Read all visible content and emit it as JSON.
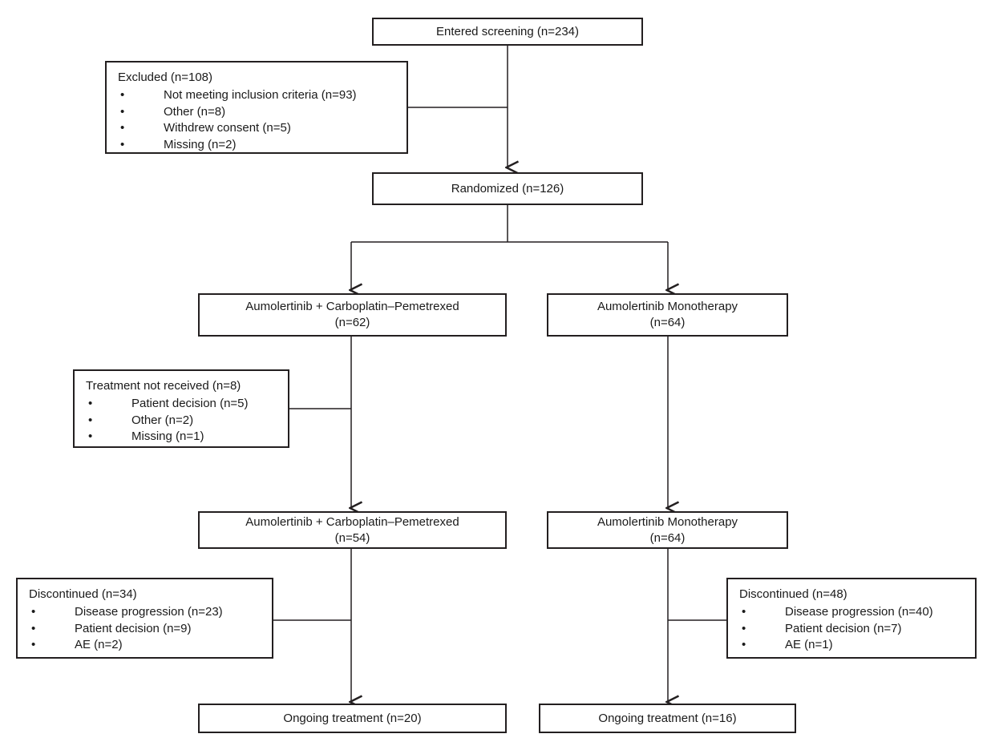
{
  "diagram": {
    "title": "CONSORT participant flow diagram",
    "line_color": "#231f20",
    "box_fill": "#ffffff",
    "text_color": "#1a1a1a"
  },
  "nodes": {
    "screening": {
      "label": "Entered screening (n=234)",
      "n": 234
    },
    "excluded": {
      "head": "Excluded (n=108)",
      "n": 108,
      "items": [
        {
          "bullet": "•",
          "text": "Not meeting inclusion criteria (n=93)",
          "n": 93
        },
        {
          "bullet": "•",
          "text": "Other (n=8)",
          "n": 8
        },
        {
          "bullet": "•",
          "text": "Withdrew consent (n=5)",
          "n": 5
        },
        {
          "bullet": "•",
          "text": "Missing (n=2)",
          "n": 2
        }
      ]
    },
    "randomized": {
      "label": "Randomized (n=126)",
      "n": 126
    },
    "arm_left_alloc": {
      "line1": "Aumolertinib + Carboplatin–Pemetrexed",
      "line2": "(n=62)",
      "n": 62
    },
    "arm_right_alloc": {
      "line1": "Aumolertinib Monotherapy",
      "line2": "(n=64)",
      "n": 64
    },
    "not_received": {
      "head": "Treatment not received (n=8)",
      "n": 8,
      "items": [
        {
          "bullet": "•",
          "text": "Patient decision (n=5)",
          "n": 5
        },
        {
          "bullet": "•",
          "text": "Other (n=2)",
          "n": 2
        },
        {
          "bullet": "•",
          "text": "Missing (n=1)",
          "n": 1
        }
      ]
    },
    "arm_left_treated": {
      "line1": "Aumolertinib + Carboplatin–Pemetrexed",
      "line2": "(n=54)",
      "n": 54
    },
    "arm_right_treated": {
      "line1": "Aumolertinib Monotherapy",
      "line2": "(n=64)",
      "n": 64
    },
    "discontinued_left": {
      "head": "Discontinued (n=34)",
      "n": 34,
      "items": [
        {
          "bullet": "•",
          "text": "Disease progression (n=23)",
          "n": 23
        },
        {
          "bullet": "•",
          "text": "Patient decision (n=9)",
          "n": 9
        },
        {
          "bullet": "•",
          "text": "AE (n=2)",
          "n": 2
        }
      ]
    },
    "discontinued_right": {
      "head": "Discontinued (n=48)",
      "n": 48,
      "items": [
        {
          "bullet": "•",
          "text": "Disease progression (n=40)",
          "n": 40
        },
        {
          "bullet": "•",
          "text": "Patient decision (n=7)",
          "n": 7
        },
        {
          "bullet": "•",
          "text": "AE (n=1)",
          "n": 1
        }
      ]
    },
    "ongoing_left": {
      "label": "Ongoing treatment (n=20)",
      "n": 20
    },
    "ongoing_right": {
      "label": "Ongoing treatment (n=16)",
      "n": 16
    }
  },
  "chart_data": {
    "type": "diagram",
    "title": "CONSORT flow diagram: Aumolertinib + Carboplatin–Pemetrexed vs Aumolertinib Monotherapy",
    "stages": [
      {
        "stage": "Entered screening",
        "n": 234
      },
      {
        "stage": "Excluded",
        "n": 108,
        "breakdown": [
          {
            "reason": "Not meeting inclusion criteria",
            "n": 93
          },
          {
            "reason": "Other",
            "n": 8
          },
          {
            "reason": "Withdrew consent",
            "n": 5
          },
          {
            "reason": "Missing",
            "n": 2
          }
        ]
      },
      {
        "stage": "Randomized",
        "n": 126
      },
      {
        "stage": "Allocated: Aumolertinib + Carboplatin–Pemetrexed",
        "n": 62
      },
      {
        "stage": "Allocated: Aumolertinib Monotherapy",
        "n": 64
      },
      {
        "stage": "Treatment not received (combination arm)",
        "n": 8,
        "breakdown": [
          {
            "reason": "Patient decision",
            "n": 5
          },
          {
            "reason": "Other",
            "n": 2
          },
          {
            "reason": "Missing",
            "n": 1
          }
        ]
      },
      {
        "stage": "Treated: Aumolertinib + Carboplatin–Pemetrexed",
        "n": 54
      },
      {
        "stage": "Treated: Aumolertinib Monotherapy",
        "n": 64
      },
      {
        "stage": "Discontinued (combination arm)",
        "n": 34,
        "breakdown": [
          {
            "reason": "Disease progression",
            "n": 23
          },
          {
            "reason": "Patient decision",
            "n": 9
          },
          {
            "reason": "AE",
            "n": 2
          }
        ]
      },
      {
        "stage": "Discontinued (monotherapy arm)",
        "n": 48,
        "breakdown": [
          {
            "reason": "Disease progression",
            "n": 40
          },
          {
            "reason": "Patient decision",
            "n": 7
          },
          {
            "reason": "AE",
            "n": 1
          }
        ]
      },
      {
        "stage": "Ongoing treatment (combination arm)",
        "n": 20
      },
      {
        "stage": "Ongoing treatment (monotherapy arm)",
        "n": 16
      }
    ]
  }
}
